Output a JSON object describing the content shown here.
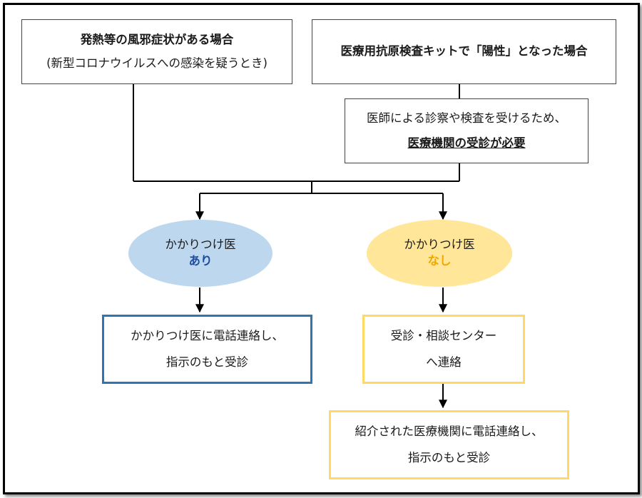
{
  "boxes": {
    "fever": {
      "title": "発熱等の風邪症状がある場合",
      "subtitle": "(新型コロナウイルスへの感染を疑うとき)"
    },
    "antigen": {
      "title": "医療用抗原検査キットで「陽性」となった場合"
    },
    "doctor_required": {
      "line1": "医師による診察や検査を受けるため、",
      "line2": "医療機関の受診が必要"
    },
    "has_doctor": {
      "label": "かかりつけ医",
      "status": "あり"
    },
    "no_doctor": {
      "label": "かかりつけ医",
      "status": "なし"
    },
    "call_family_doctor": {
      "line1": "かかりつけ医に電話連絡し、",
      "line2": "指示のもと受診"
    },
    "consult_center": {
      "line1": "受診・相談センター",
      "line2": "へ連絡"
    },
    "call_referred": {
      "line1": "紹介された医療機関に電話連絡し、",
      "line2": "指示のもと受診"
    }
  },
  "colors": {
    "blue_fill": "#bdd7ee",
    "blue_border": "#2e75b6",
    "blue_text": "#1f4e9e",
    "yellow_fill": "#ffe699",
    "yellow_border": "#ffd966",
    "yellow_text": "#f0a800"
  }
}
